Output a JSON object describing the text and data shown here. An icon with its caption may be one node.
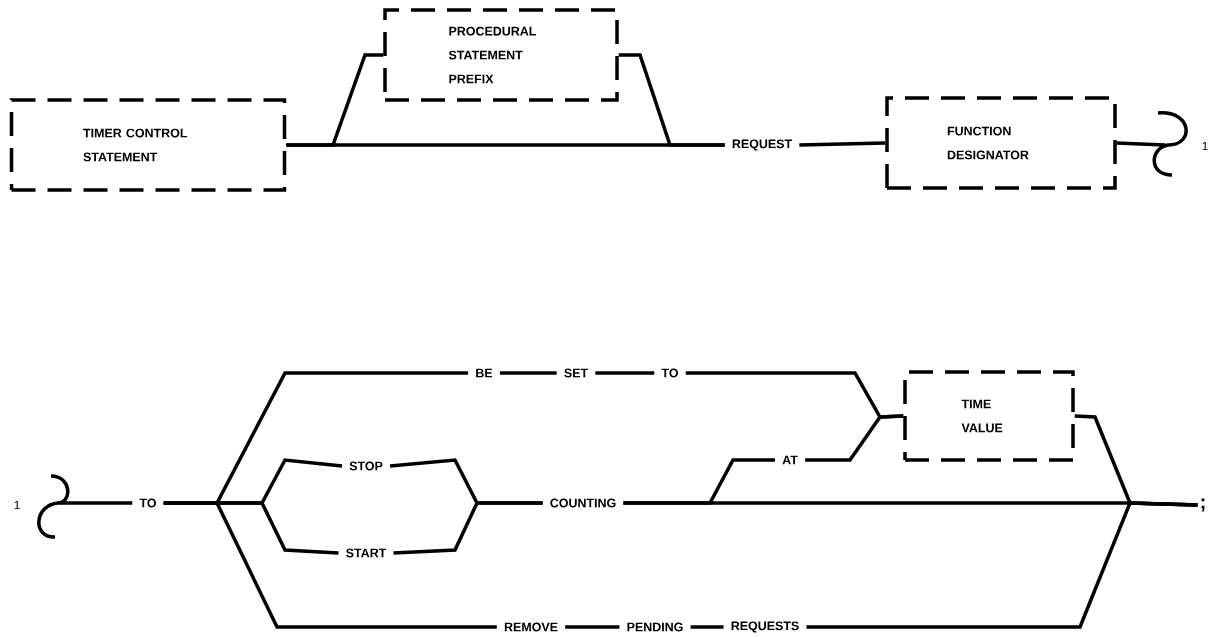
{
  "diagram": {
    "nodes": [
      {
        "text": [
          "TIMER CONTROL STATEMENT"
        ]
      },
      {
        "text": [
          "PROCEDURAL STATEMENT PREFIX"
        ]
      },
      {
        "text": [
          "REQUEST"
        ]
      },
      {
        "text": [
          "FUNCTION DESIGNATOR"
        ]
      },
      {
        "text": [
          "TO"
        ]
      },
      {
        "text": [
          "BE"
        ]
      },
      {
        "text": [
          "SET"
        ]
      },
      {
        "text": [
          "TO"
        ]
      },
      {
        "text": [
          "STOP"
        ]
      },
      {
        "text": [
          "START"
        ]
      },
      {
        "text": [
          "COUNTING"
        ]
      },
      {
        "text": [
          "AT"
        ]
      },
      {
        "text": [
          "TIME VALUE"
        ]
      },
      {
        "text": [
          "REMOVE"
        ]
      },
      {
        "text": [
          "PENDING"
        ]
      },
      {
        "text": [
          "REQUESTS"
        ]
      },
      {
        "text": [
          ";"
        ]
      }
    ],
    "edges": [
      {
        "from": 0,
        "to": 1,
        "arrow": "none"
      },
      {
        "from": 0,
        "to": 2,
        "arrow": "none"
      },
      {
        "from": 1,
        "to": 2,
        "arrow": "none"
      },
      {
        "from": 2,
        "to": 3,
        "arrow": "none"
      },
      {
        "from": 3,
        "to": null,
        "arrow": "none"
      },
      {
        "from": null,
        "to": 4,
        "arrow": "none"
      },
      {
        "from": 4,
        "to": 5,
        "arrow": "none"
      },
      {
        "from": 5,
        "to": 6,
        "arrow": "none"
      },
      {
        "from": 6,
        "to": 7,
        "arrow": "none"
      },
      {
        "from": 7,
        "to": 12,
        "arrow": "none"
      },
      {
        "from": 4,
        "to": 8,
        "arrow": "none"
      },
      {
        "from": 4,
        "to": 9,
        "arrow": "none"
      },
      {
        "from": 8,
        "to": 10,
        "arrow": "none"
      },
      {
        "from": 9,
        "to": 10,
        "arrow": "none"
      },
      {
        "from": 10,
        "to": 11,
        "arrow": "none"
      },
      {
        "from": 11,
        "to": 12,
        "arrow": "none"
      },
      {
        "from": 10,
        "to": 16,
        "arrow": "none"
      },
      {
        "from": 12,
        "to": 16,
        "arrow": "none"
      },
      {
        "from": 4,
        "to": 13,
        "arrow": "none"
      },
      {
        "from": 13,
        "to": 14,
        "arrow": "none"
      },
      {
        "from": 14,
        "to": 15,
        "arrow": "none"
      },
      {
        "from": 15,
        "to": 16,
        "arrow": "none"
      }
    ],
    "labels": [
      "1",
      "1"
    ]
  }
}
